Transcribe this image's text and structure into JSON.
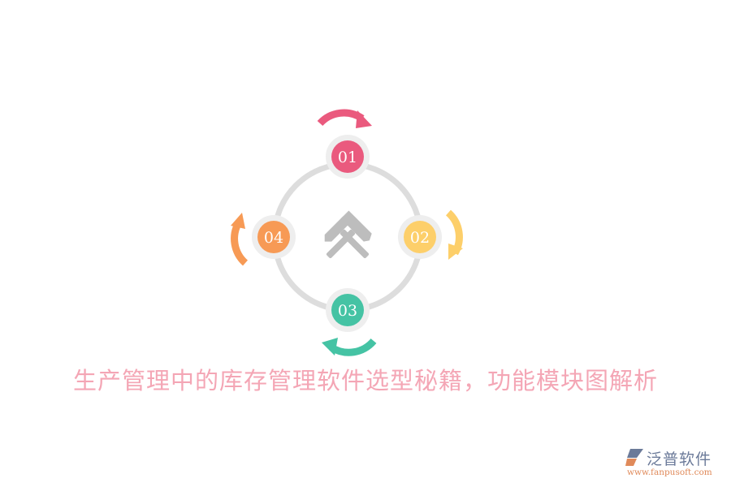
{
  "diagram": {
    "center_icon": "crossed-hammers-icon",
    "ring_color": "#dddddd",
    "icon_color": "#bdbdbd",
    "halo_color": "#eeeeee",
    "steps": [
      {
        "label": "01",
        "color": "#ea5a7e",
        "position": "top"
      },
      {
        "label": "02",
        "color": "#fdcf6a",
        "position": "right"
      },
      {
        "label": "03",
        "color": "#45c3a4",
        "position": "bottom"
      },
      {
        "label": "04",
        "color": "#f79a55",
        "position": "left"
      }
    ]
  },
  "title": "生产管理中的库存管理软件选型秘籍，功能模块图解析",
  "logo": {
    "name": "泛普软件",
    "url": "www.fanpusoft.com"
  }
}
